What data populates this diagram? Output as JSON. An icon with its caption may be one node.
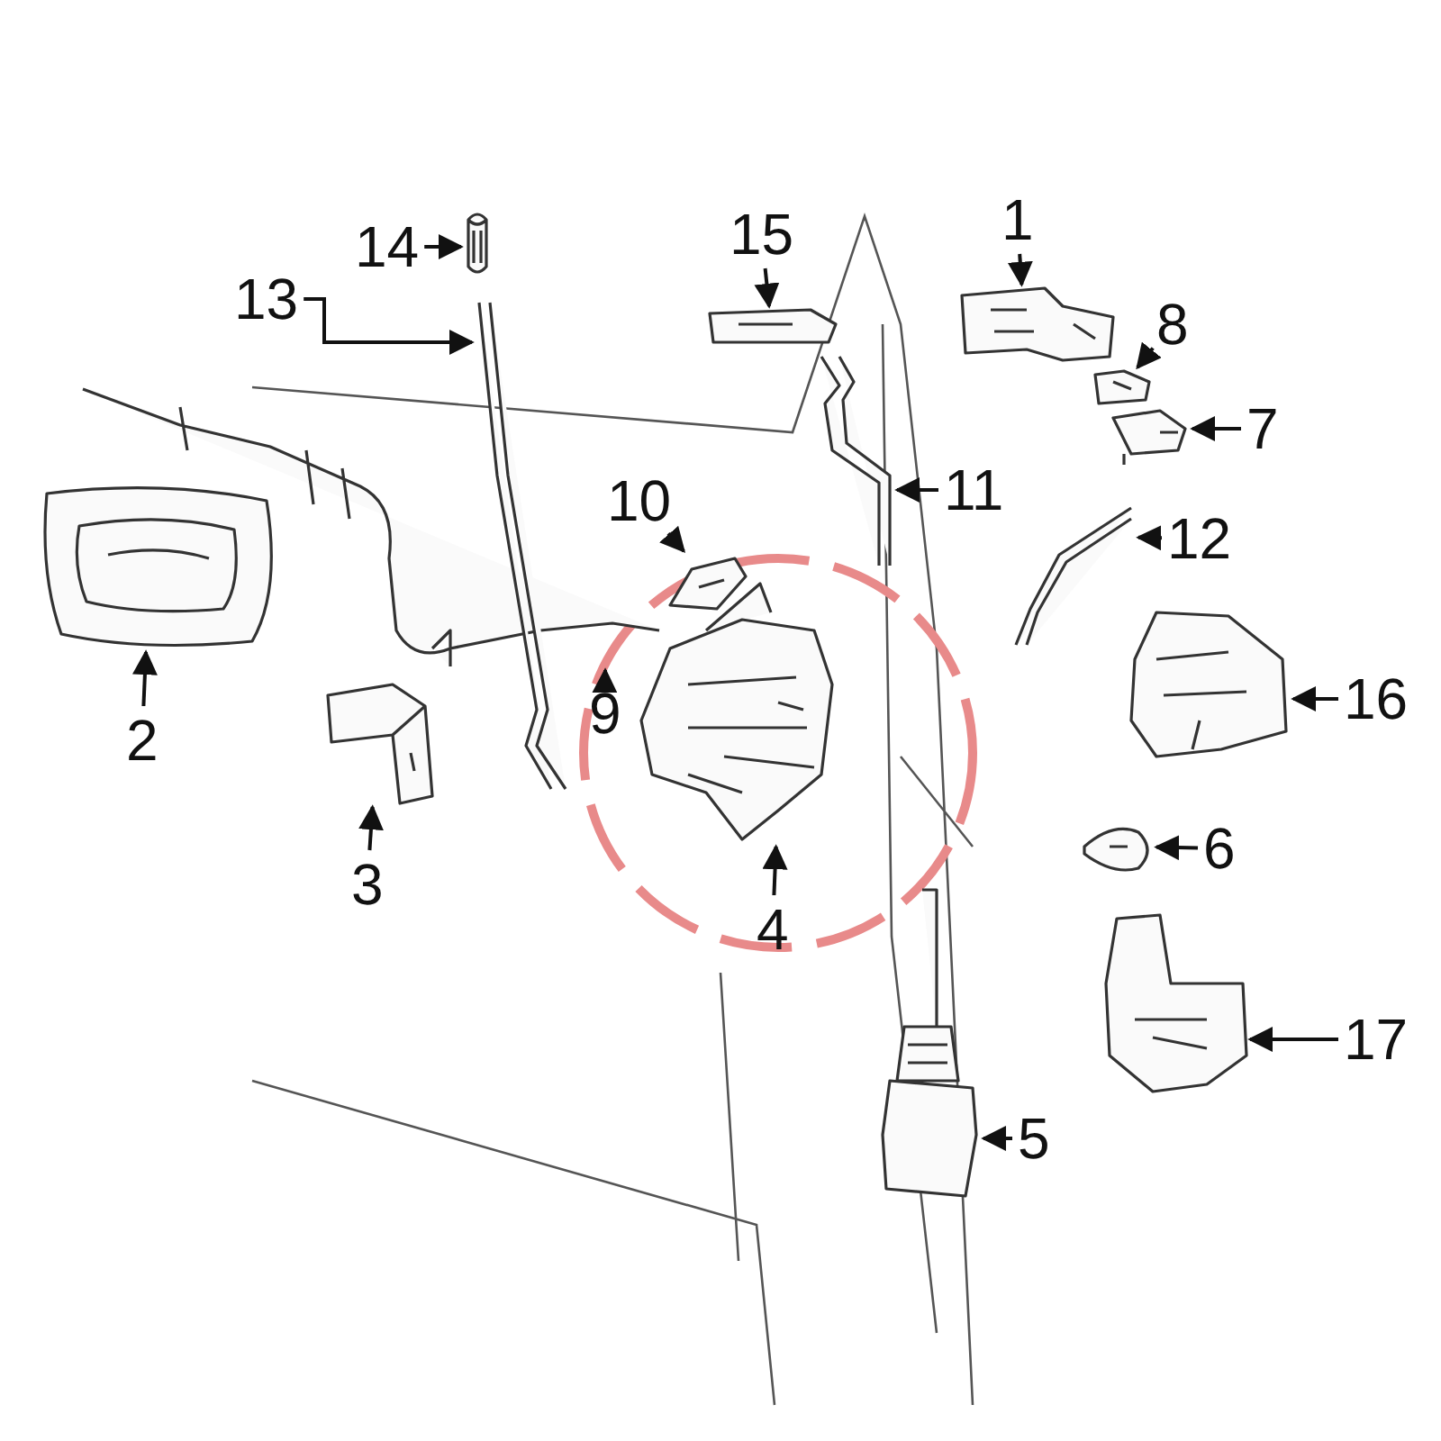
{
  "diagram": {
    "nodes": [
      {
        "text": [
          "1"
        ]
      },
      {
        "text": [
          "2"
        ]
      },
      {
        "text": [
          "3"
        ]
      },
      {
        "text": [
          "4"
        ]
      },
      {
        "text": [
          "5"
        ]
      },
      {
        "text": [
          "6"
        ]
      },
      {
        "text": [
          "7"
        ]
      },
      {
        "text": [
          "8"
        ]
      },
      {
        "text": [
          "9"
        ]
      },
      {
        "text": [
          "10"
        ]
      },
      {
        "text": [
          "11"
        ]
      },
      {
        "text": [
          "12"
        ]
      },
      {
        "text": [
          "13"
        ]
      },
      {
        "text": [
          "14"
        ]
      },
      {
        "text": [
          "15"
        ]
      },
      {
        "text": [
          "16"
        ]
      },
      {
        "text": [
          "17"
        ]
      },
      {
        "text": [],
        "shape": "picture"
      },
      {
        "text": [],
        "shape": "picture"
      },
      {
        "text": [],
        "shape": "picture"
      },
      {
        "text": [],
        "shape": "picture"
      },
      {
        "text": [],
        "shape": "picture"
      },
      {
        "text": [],
        "shape": "picture"
      },
      {
        "text": [],
        "shape": "picture"
      },
      {
        "text": [],
        "shape": "picture"
      },
      {
        "text": [],
        "shape": "picture"
      },
      {
        "text": [],
        "shape": "picture"
      },
      {
        "text": [],
        "shape": "picture"
      },
      {
        "text": [],
        "shape": "picture"
      },
      {
        "text": [],
        "shape": "picture"
      },
      {
        "text": [],
        "shape": "picture"
      },
      {
        "text": [],
        "shape": "picture"
      },
      {
        "text": [],
        "shape": "picture"
      },
      {
        "text": [],
        "shape": "picture"
      }
    ],
    "edges": [
      {
        "from": 0,
        "to": 17,
        "arrow": "to"
      },
      {
        "from": 1,
        "to": 18,
        "arrow": "to"
      },
      {
        "from": 2,
        "to": 19,
        "arrow": "to"
      },
      {
        "from": 3,
        "to": 20,
        "arrow": "to"
      },
      {
        "from": 4,
        "to": 21,
        "arrow": "to"
      },
      {
        "from": 5,
        "to": 22,
        "arrow": "to"
      },
      {
        "from": 6,
        "to": 23,
        "arrow": "to"
      },
      {
        "from": 7,
        "to": 24,
        "arrow": "to"
      },
      {
        "from": 8,
        "to": 25,
        "arrow": "to"
      },
      {
        "from": 9,
        "to": 26,
        "arrow": "to"
      },
      {
        "from": 10,
        "to": 27,
        "arrow": "to"
      },
      {
        "from": 11,
        "to": 28,
        "arrow": "to"
      },
      {
        "from": 12,
        "to": 29,
        "arrow": "to"
      },
      {
        "from": 13,
        "to": 30,
        "arrow": "to"
      },
      {
        "from": 14,
        "to": 31,
        "arrow": "to"
      },
      {
        "from": 15,
        "to": 32,
        "arrow": "to"
      },
      {
        "from": 16,
        "to": 33,
        "arrow": "to"
      }
    ]
  }
}
